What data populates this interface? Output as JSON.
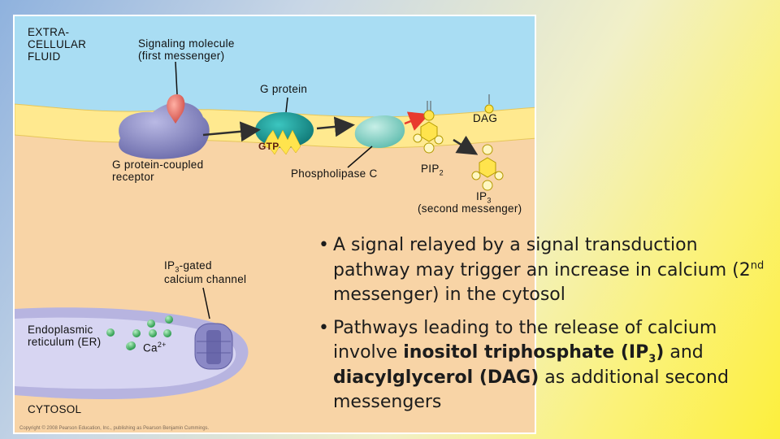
{
  "figure": {
    "labels": {
      "extracellular": "EXTRA-\nCELLULAR\nFLUID",
      "signaling_molecule": "Signaling molecule\n(first messenger)",
      "g_protein": "G protein",
      "gtp": "GTP",
      "dag": "DAG",
      "gpcr": "G protein-coupled\nreceptor",
      "phospholipase": "Phospholipase C",
      "pip2": "PIP",
      "pip2_sub": "2",
      "ip3": "IP",
      "ip3_sub": "3",
      "second_messenger": "(second messenger)",
      "ip3_gated": "IP",
      "ip3_gated_sub": "3",
      "ip3_gated_rest": "-gated",
      "calcium_channel": "calcium channel",
      "er": "Endoplasmic\nreticulum (ER)",
      "ca": "Ca",
      "ca_sup": "2+",
      "cytosol": "CYTOSOL"
    },
    "copyright": "Copyright © 2008 Pearson Education, Inc., publishing as Pearson Benjamin Cummings."
  },
  "bullets": [
    {
      "line1": "A signal relayed by a signal transduction pathway may trigger an increase in calcium (2",
      "sup": "nd",
      "line2": " messenger) in the cytosol"
    },
    {
      "pre": "Pathways leading to the release of calcium involve ",
      "bold1": "inositol triphosphate (IP",
      "bold1_sub": "3",
      "bold1_end": ")",
      "mid": " and ",
      "bold2": "diacylglycerol (DAG)",
      "post": " as additional second messengers"
    }
  ],
  "colors": {
    "extracellular": "#a9ddf3",
    "cytosol": "#f8d4a6",
    "membrane": "#ffe98f",
    "receptor": "#8d8dc6",
    "signal_molecule": "#e2635a",
    "g_protein": "#1f9f9a",
    "phospholipase": "#7fd0c4",
    "gtp": "#ffe44d",
    "ca_ion": "#4bc06a",
    "er": "#b7b4e0"
  }
}
